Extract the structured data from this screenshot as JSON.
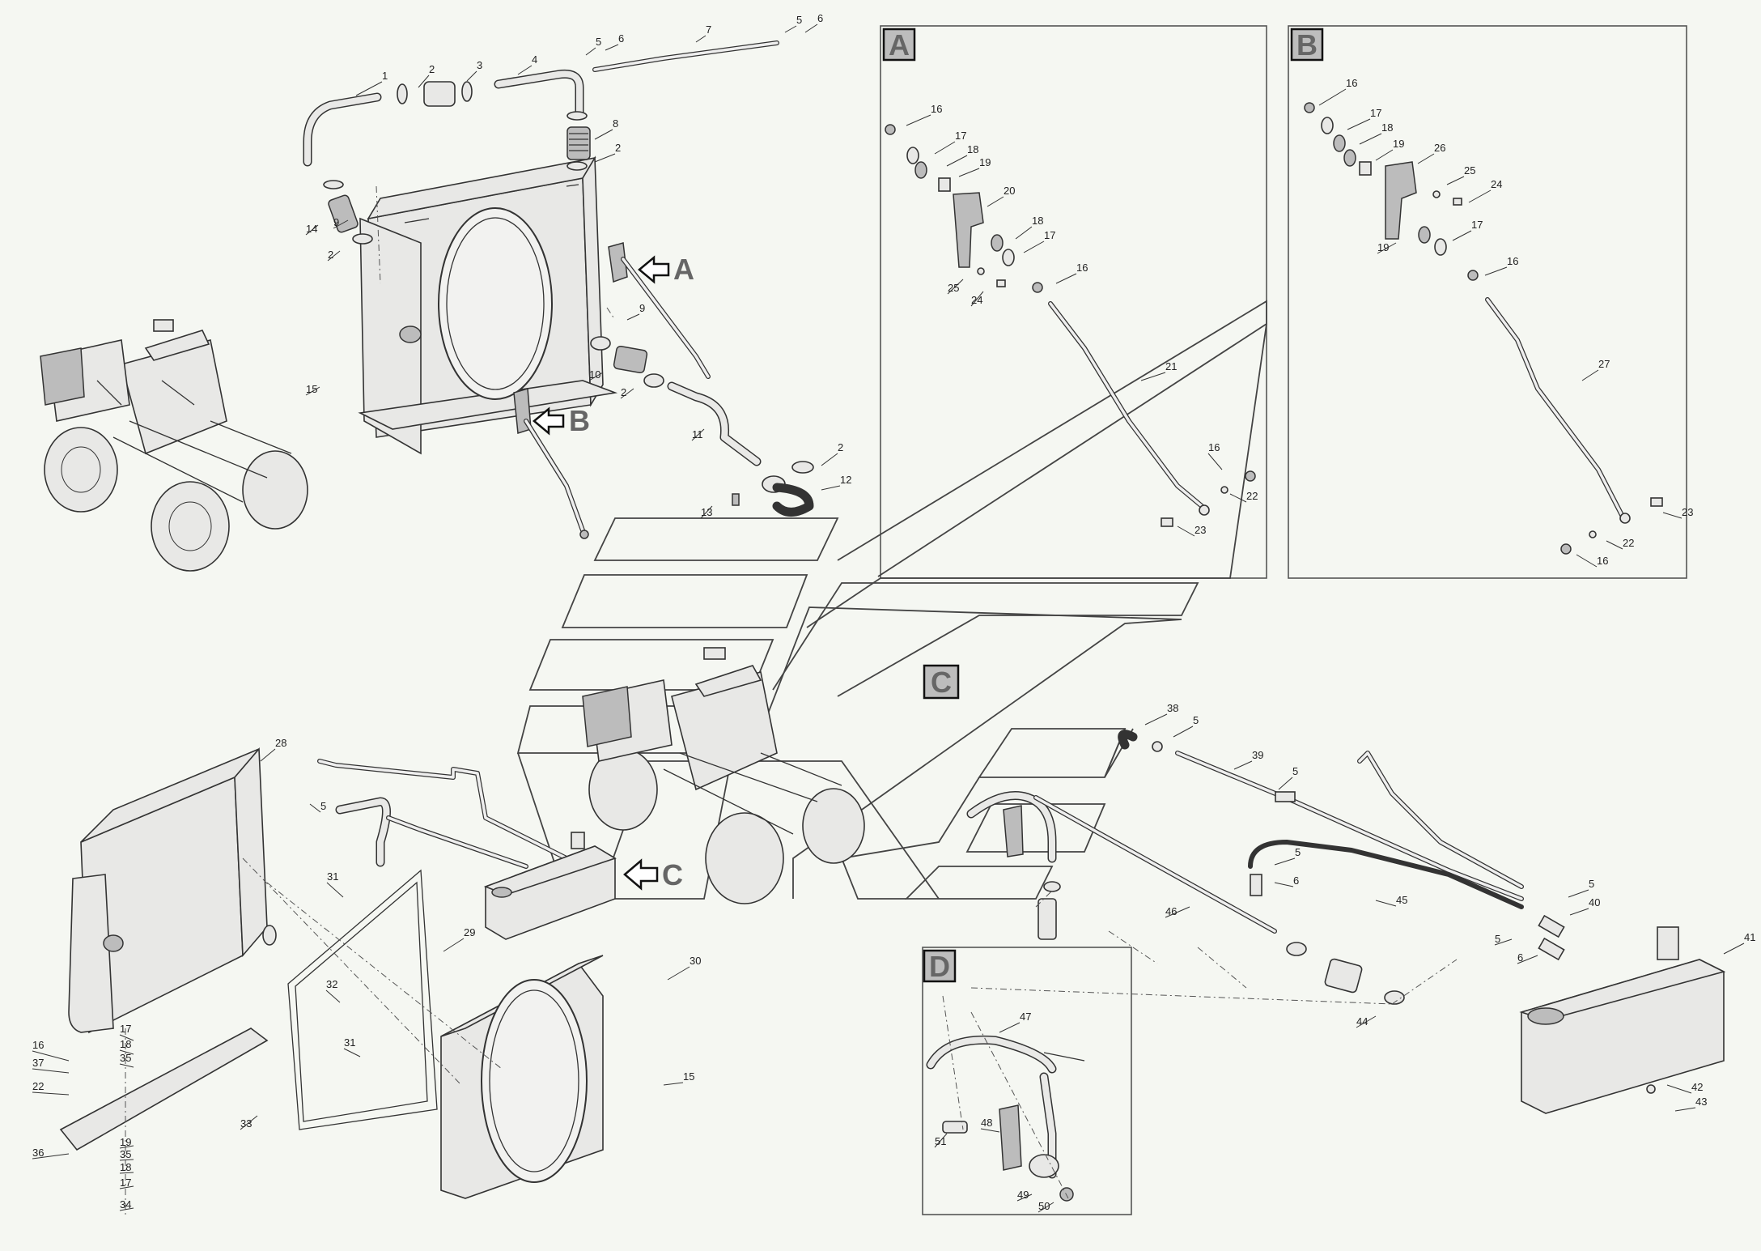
{
  "diagram": {
    "views": [
      {
        "letter": "A"
      },
      {
        "letter": "B"
      },
      {
        "letter": "C"
      },
      {
        "letter": "D"
      }
    ],
    "callouts": [
      "1",
      "2",
      "3",
      "4",
      "5",
      "6",
      "7",
      "8",
      "9",
      "10",
      "11",
      "12",
      "13",
      "14",
      "15",
      "16",
      "17",
      "18",
      "19",
      "20",
      "21",
      "22",
      "23",
      "24",
      "25",
      "26",
      "27",
      "28",
      "29",
      "30",
      "31",
      "32",
      "33",
      "34",
      "35",
      "36",
      "37",
      "38",
      "39",
      "40",
      "41",
      "42",
      "43",
      "44",
      "45",
      "46",
      "47",
      "48",
      "49",
      "50",
      "51"
    ]
  }
}
